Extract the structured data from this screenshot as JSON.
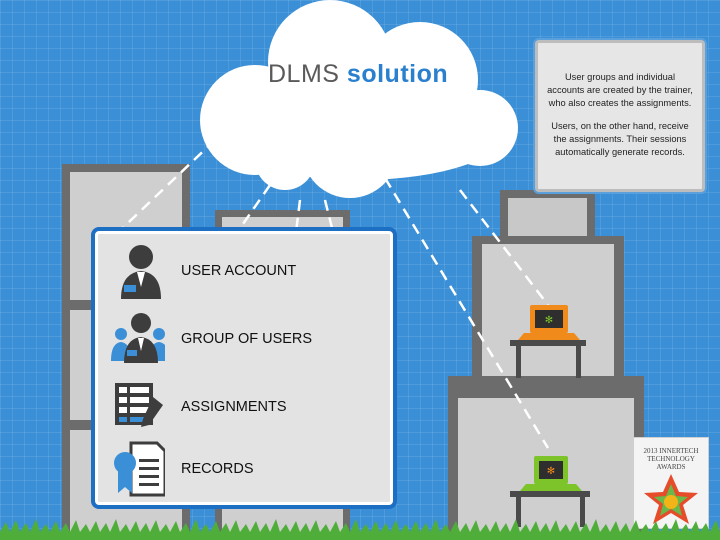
{
  "logo": {
    "part1": "DLMS",
    "part2": "solution"
  },
  "info": {
    "paragraph1": "User groups and individual accounts are created by the trainer, who also creates the assignments.",
    "paragraph2": "Users, on the other hand, receive the assignments. Their sessions automatically generate records."
  },
  "legend": {
    "items": [
      {
        "label": "USER ACCOUNT",
        "icon": "user-icon"
      },
      {
        "label": "GROUP OF USERS",
        "icon": "users-group-icon"
      },
      {
        "label": "ASSIGNMENTS",
        "icon": "assignments-icon"
      },
      {
        "label": "RECORDS",
        "icon": "records-icon"
      }
    ]
  },
  "award": {
    "text": "2013 INNERTECH TECHNOLOGY AWARDS"
  },
  "colors": {
    "background": "#3a8fd6",
    "panel_border": "#1d6fc3",
    "accent_blue": "#2a80cf",
    "laptop_orange": "#f08a1a",
    "laptop_green": "#7cc42a"
  }
}
